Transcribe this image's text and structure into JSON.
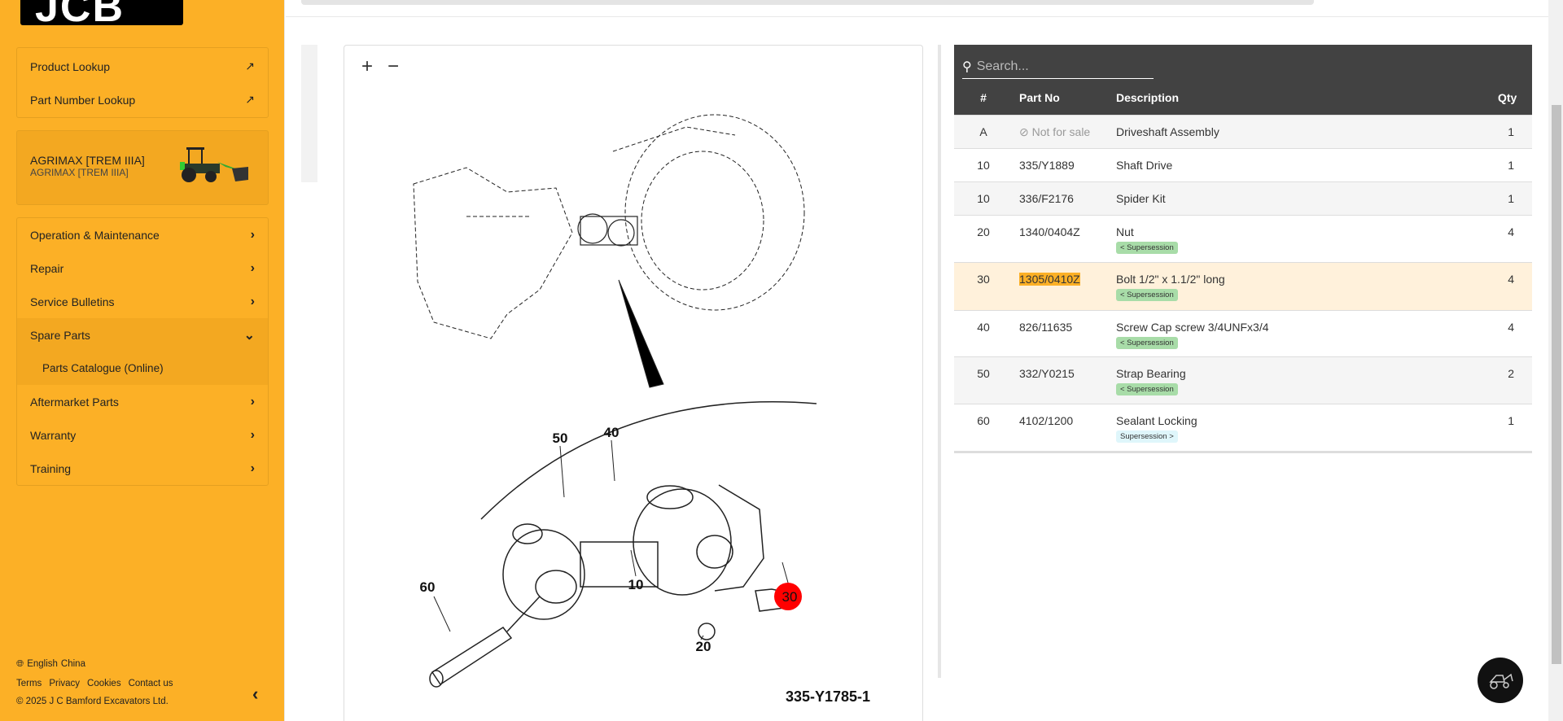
{
  "sidebar": {
    "logo": "JCB",
    "lookups": [
      {
        "label": "Product Lookup"
      },
      {
        "label": "Part Number Lookup"
      }
    ],
    "machine": {
      "title": "AGRIMAX [TREM IIIA]",
      "subtitle": "AGRIMAX [TREM IIIA]"
    },
    "menu": [
      {
        "label": "Operation & Maintenance"
      },
      {
        "label": "Repair"
      },
      {
        "label": "Service Bulletins"
      },
      {
        "label": "Spare Parts"
      },
      {
        "label": "Parts Catalogue (Online)"
      },
      {
        "label": "Aftermarket Parts"
      },
      {
        "label": "Warranty"
      },
      {
        "label": "Training"
      }
    ],
    "footer": {
      "language": "English",
      "region": "China",
      "links": [
        "Terms",
        "Privacy",
        "Cookies",
        "Contact us"
      ],
      "copyright": "© 2025 J C Bamford Excavators Ltd."
    }
  },
  "diagram": {
    "zoom_in": "+",
    "zoom_out": "−",
    "callouts": [
      "50",
      "40",
      "10",
      "60",
      "20",
      "30"
    ],
    "selected": "30",
    "drawing_id": "335-Y1785-1"
  },
  "table": {
    "search_placeholder": "Search...",
    "headers": {
      "num": "#",
      "part": "Part No",
      "desc": "Description",
      "qty": "Qty"
    },
    "rows": [
      {
        "num": "A",
        "part": "Not for sale",
        "desc": "Driveshaft Assembly",
        "qty": "1",
        "badge": ""
      },
      {
        "num": "10",
        "part": "335/Y1889",
        "desc": "Shaft Drive",
        "qty": "1",
        "badge": ""
      },
      {
        "num": "10",
        "part": "336/F2176",
        "desc": "Spider Kit",
        "qty": "1",
        "badge": ""
      },
      {
        "num": "20",
        "part": "1340/0404Z",
        "desc": "Nut",
        "qty": "4",
        "badge": "< Supersession"
      },
      {
        "num": "30",
        "part": "1305/0410Z",
        "desc": "Bolt 1/2\" x 1.1/2\" long",
        "qty": "4",
        "badge": "< Supersession"
      },
      {
        "num": "40",
        "part": "826/11635",
        "desc": "Screw Cap screw 3/4UNFx3/4",
        "qty": "4",
        "badge": "< Supersession"
      },
      {
        "num": "50",
        "part": "332/Y0215",
        "desc": "Strap Bearing",
        "qty": "2",
        "badge": "< Supersession"
      },
      {
        "num": "60",
        "part": "4102/1200",
        "desc": "Sealant Locking",
        "qty": "1",
        "badge": "Supersession >"
      }
    ]
  },
  "colors": {
    "brand": "#fcb026",
    "header": "#424242",
    "highlight": "#fff1db",
    "callout": "#ff0000"
  }
}
